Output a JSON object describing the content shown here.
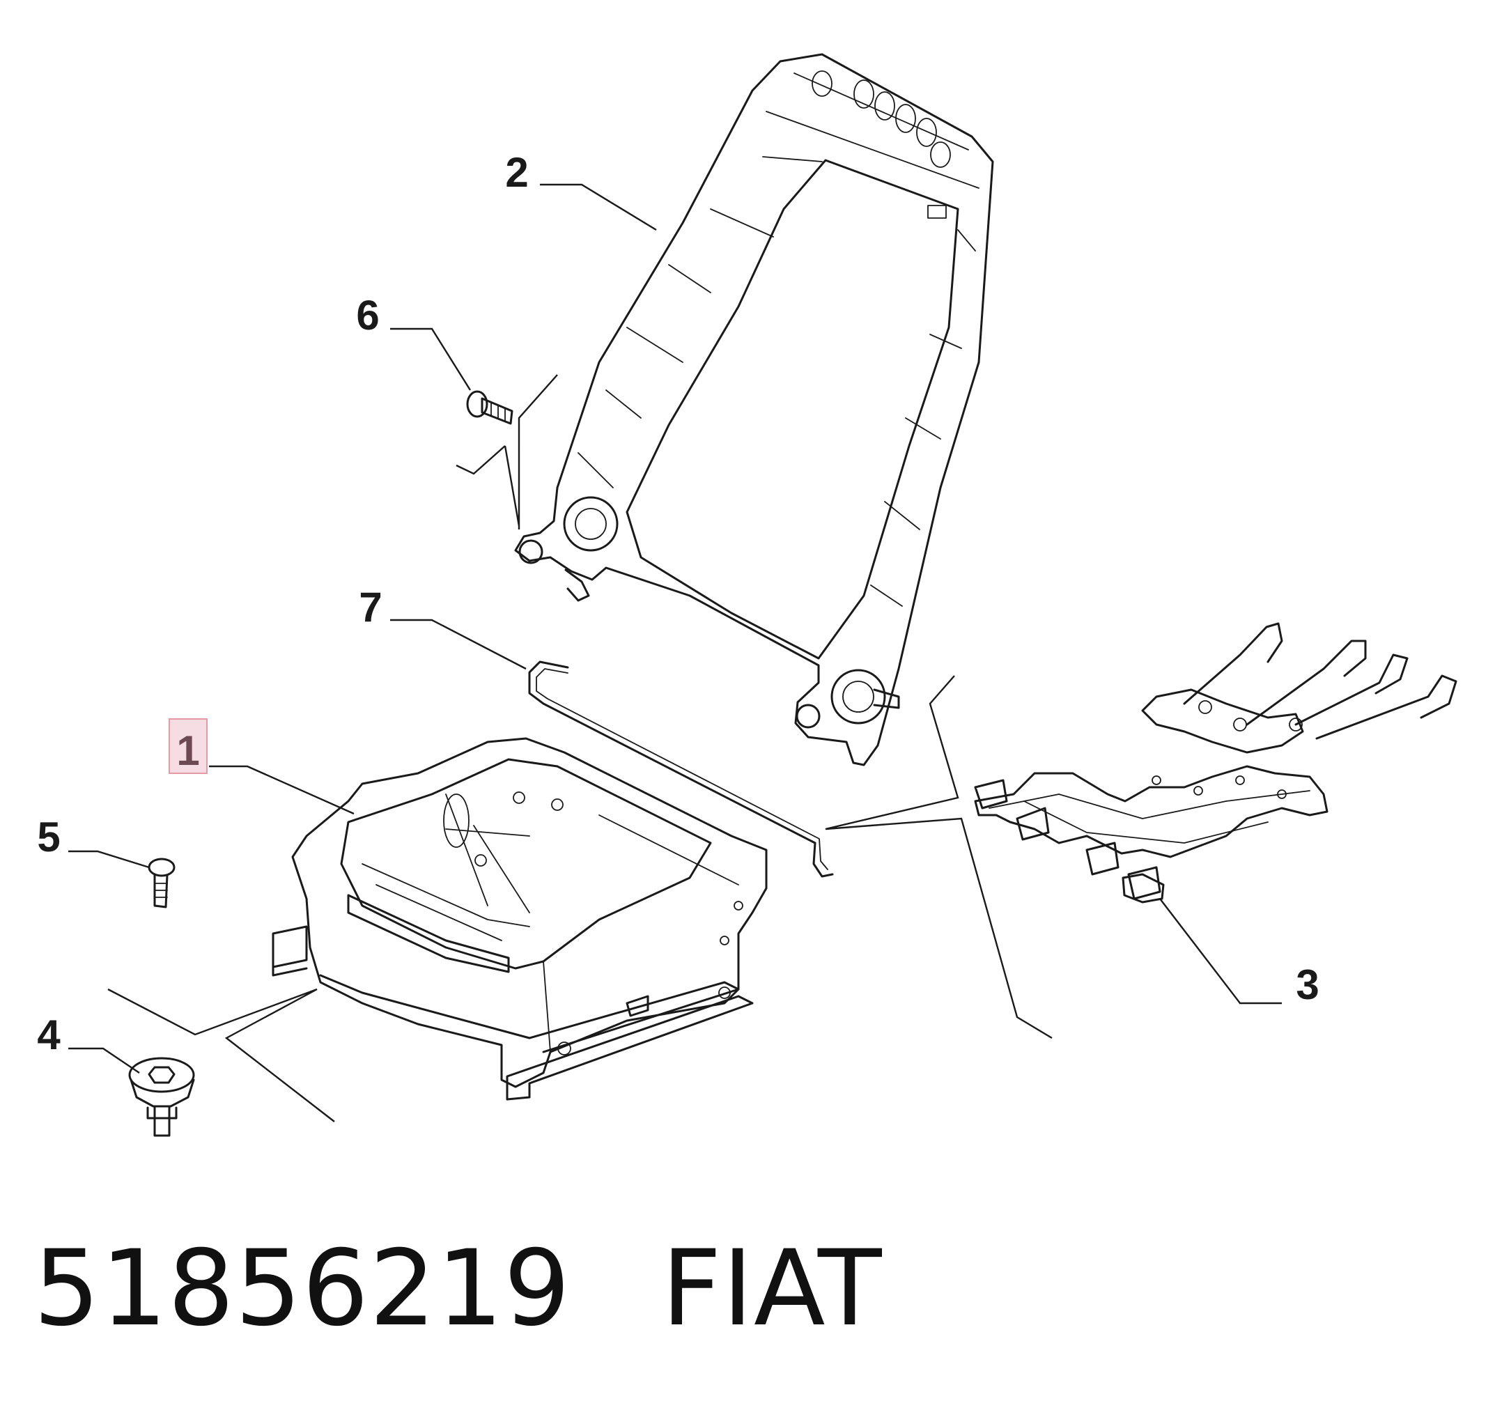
{
  "callouts": [
    {
      "id": "1",
      "label": "1",
      "highlighted": true
    },
    {
      "id": "2",
      "label": "2"
    },
    {
      "id": "3",
      "label": "3"
    },
    {
      "id": "4",
      "label": "4"
    },
    {
      "id": "5",
      "label": "5"
    },
    {
      "id": "6",
      "label": "6"
    },
    {
      "id": "7",
      "label": "7"
    }
  ],
  "caption": {
    "part_number": "51856219",
    "brand": "FIAT"
  },
  "colors": {
    "line": "#1a1a1a",
    "highlight_fill": "#f6dce3",
    "highlight_stroke": "#e59aa6"
  }
}
